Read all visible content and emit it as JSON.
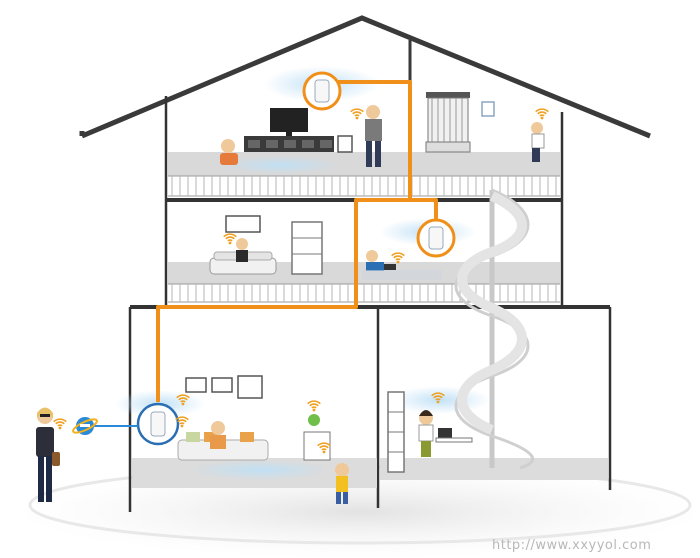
{
  "watermark": "http://www.xxyyol.com",
  "diagram": {
    "colors": {
      "house_outline": "#2b2b2b",
      "roof": "#3a3a3a",
      "floor_gray": "#d9d9d9",
      "cable_orange": "#f0901a",
      "signal_blue": "#bfe0f5",
      "wifi_orange": "#f0a020",
      "ground_shadow": "#e6e6e6",
      "ie_blue": "#2a8ad8"
    },
    "floors": [
      "attic",
      "upper-floor",
      "ground-floor-left",
      "ground-floor-right"
    ],
    "devices": [
      "attic-wifi-extender",
      "upper-wifi-extender",
      "main-router"
    ],
    "icons": [
      "internet-explorer-icon",
      "wifi-signal-icon",
      "spiral-staircase",
      "radiator",
      "television",
      "sofa",
      "bookshelf",
      "laptop"
    ]
  }
}
